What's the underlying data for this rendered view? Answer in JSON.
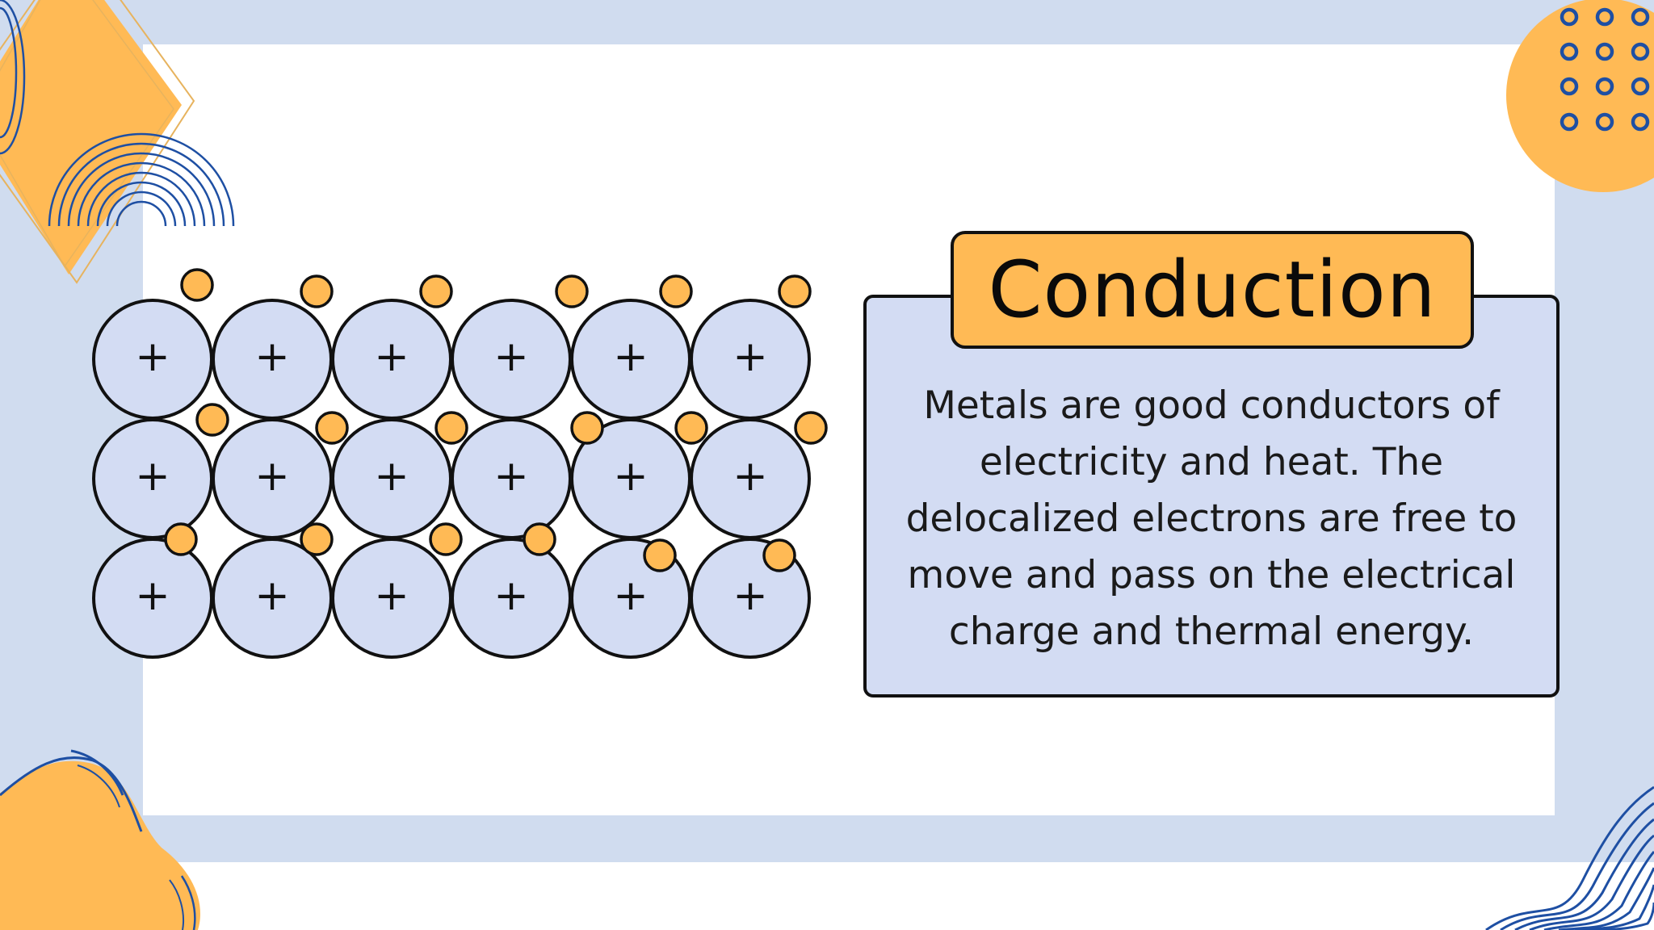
{
  "slide": {
    "title": "Conduction",
    "body": "Metals are good conductors of electricity and heat. The delocalized electrons are free to move and pass on the electrical charge and thermal energy."
  },
  "diagram": {
    "ion_symbol": "+",
    "rows": 3,
    "columns": 6
  },
  "colors": {
    "background": "#ffffff",
    "frame": "#d0dcef",
    "accent_orange": "#ffba55",
    "accent_blue": "#1e4fa3",
    "ion_fill": "#d3dcf3",
    "outline": "#111111"
  }
}
